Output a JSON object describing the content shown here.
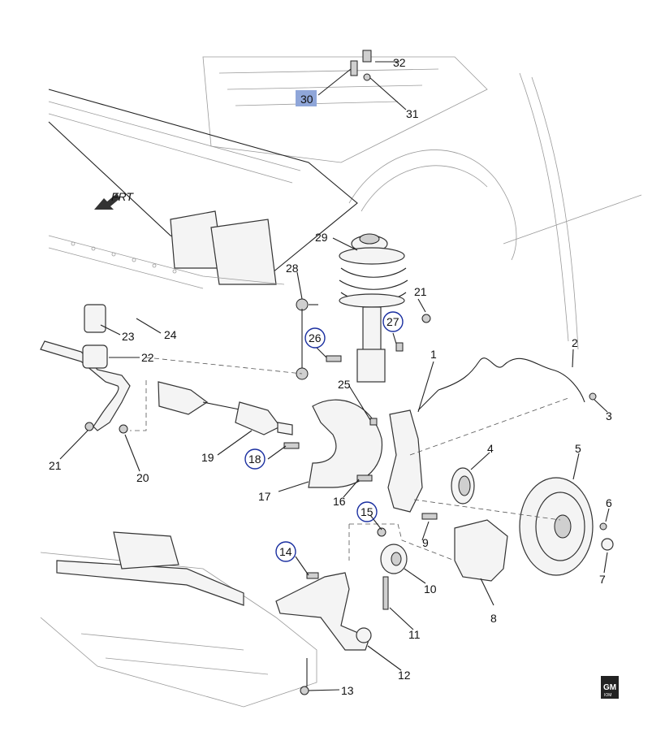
{
  "diagram": {
    "direction_label": "FRT",
    "badge": "GM",
    "badge_sub": "IOM",
    "callouts": [
      "2",
      "3",
      "4",
      "5",
      "6",
      "7",
      "8",
      "9",
      "10",
      "11",
      "12",
      "13",
      "14",
      "15",
      "16",
      "17",
      "18",
      "19",
      "20",
      "21",
      "22",
      "23",
      "24",
      "25",
      "26",
      "27",
      "28",
      "29",
      "30",
      "31",
      "32"
    ],
    "circled": [
      "14",
      "15",
      "18",
      "26",
      "27"
    ],
    "highlighted": [
      "30"
    ],
    "highlight_color": "#8fa6d9",
    "circle_color": "#1a2fa0"
  }
}
